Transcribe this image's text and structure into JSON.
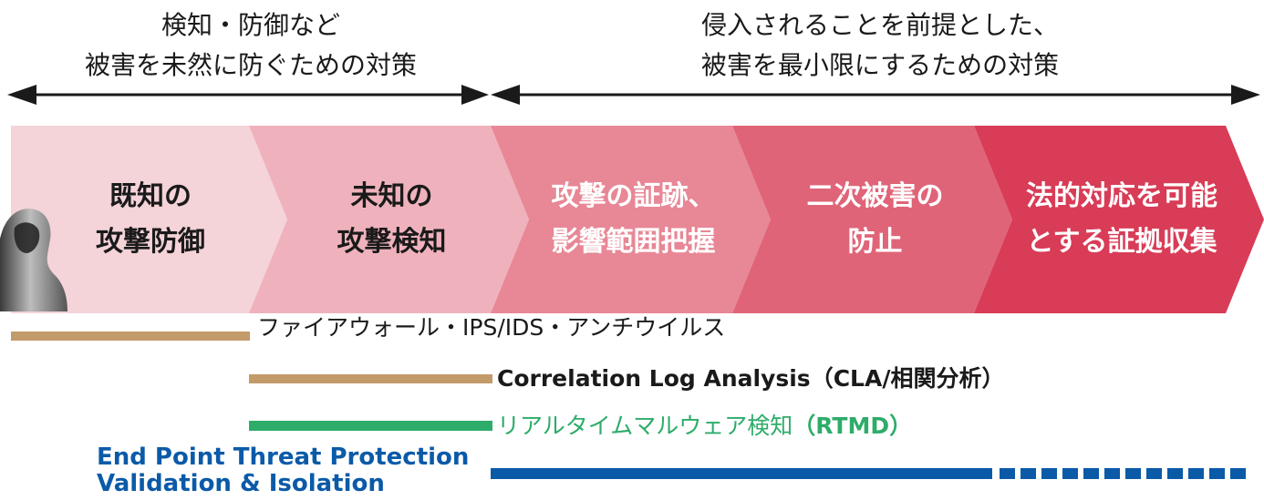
{
  "header": {
    "left_lines": [
      "検知・防御など",
      "被害を未然に防ぐための対策"
    ],
    "right_lines": [
      "侵入されることを前提とした、",
      "被害を最小限にするための対策"
    ]
  },
  "stages": [
    {
      "lines": [
        "既知の",
        "攻撃防御"
      ],
      "fill": "#f4d3d9",
      "text_color": "#1a1a1a"
    },
    {
      "lines": [
        "未知の",
        "攻撃検知"
      ],
      "fill": "#efb2bd",
      "text_color": "#1a1a1a"
    },
    {
      "lines": [
        "攻撃の証跡、",
        "影響範囲把握"
      ],
      "fill": "#e88796",
      "text_color": "#ffffff"
    },
    {
      "lines": [
        "二次被害の",
        "防止"
      ],
      "fill": "#e06478",
      "text_color": "#ffffff"
    },
    {
      "lines": [
        "法的対応を可能",
        "とする証拠収集"
      ],
      "fill": "#d83c57",
      "text_color": "#ffffff"
    }
  ],
  "tools": [
    {
      "label": "ファイアウォール・IPS/IDS・アンチウイルス",
      "color": "#c39a6a"
    },
    {
      "label": "Correlation Log Analysis（CLA/相関分析）",
      "color": "#c39a6a"
    },
    {
      "label_text": "リアルタイムマルウェア検知",
      "label_bold": "（RTMD）",
      "color": "#2eac6a"
    }
  ],
  "endpoint": {
    "lines": [
      "End Point Threat Protection",
      "Validation & Isolation"
    ],
    "color": "#0b5aa8"
  },
  "icons": {
    "attacker": "hooded-attacker-icon"
  }
}
